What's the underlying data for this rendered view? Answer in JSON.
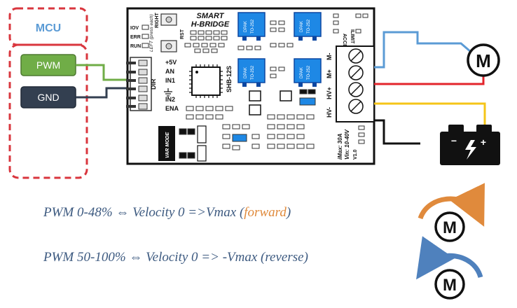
{
  "mcu": {
    "title": "MCU",
    "pwm_label": "PWM",
    "gnd_label": "GND"
  },
  "board": {
    "name_line1": "SMART",
    "name_line2": "H-BRIDGE",
    "model": "SHB-12S",
    "header_pins": [
      "+5V",
      "AN",
      "IN1",
      "IN2",
      "ENA"
    ],
    "header_label": "DIR",
    "button_left": "LEFT\n(press each)",
    "button_right": "RIGHT",
    "rst_label": "RST",
    "leds": [
      "IOV",
      "ERR",
      "RUN"
    ],
    "mosfet_line1": "DPAK",
    "mosfet_line2": "TO-252",
    "limit_labels": [
      "ACCE",
      "ILIMIT"
    ],
    "terminals": [
      "M-",
      "M+",
      "HV+",
      "HV-"
    ],
    "var_mode": "VAR MODE",
    "ratings": [
      "iMax: 30A",
      "Vin: 10-40V"
    ],
    "revision": "V1.0"
  },
  "captions": {
    "forward_text": "PWM 0-48% ⇔ Velocity 0 =>Vmax (",
    "forward_word": "forward",
    "forward_end": ")",
    "reverse_text": "PWM 50-100% ⇔ Velocity 0 => -Vmax (reverse)"
  },
  "motor_symbol": "M",
  "colors": {
    "mcu_dashed": "#d9363e",
    "mcu_title": "#5b9bd5",
    "pwm_box": "#70ad47",
    "gnd_box": "#333f50",
    "wire_blue": "#5b9bd5",
    "wire_red": "#e3242b",
    "wire_yellow": "#f5c518",
    "forward_arrow": "#e08a3c",
    "reverse_arrow": "#4f81bd",
    "mosfet": "#1e88e5"
  }
}
